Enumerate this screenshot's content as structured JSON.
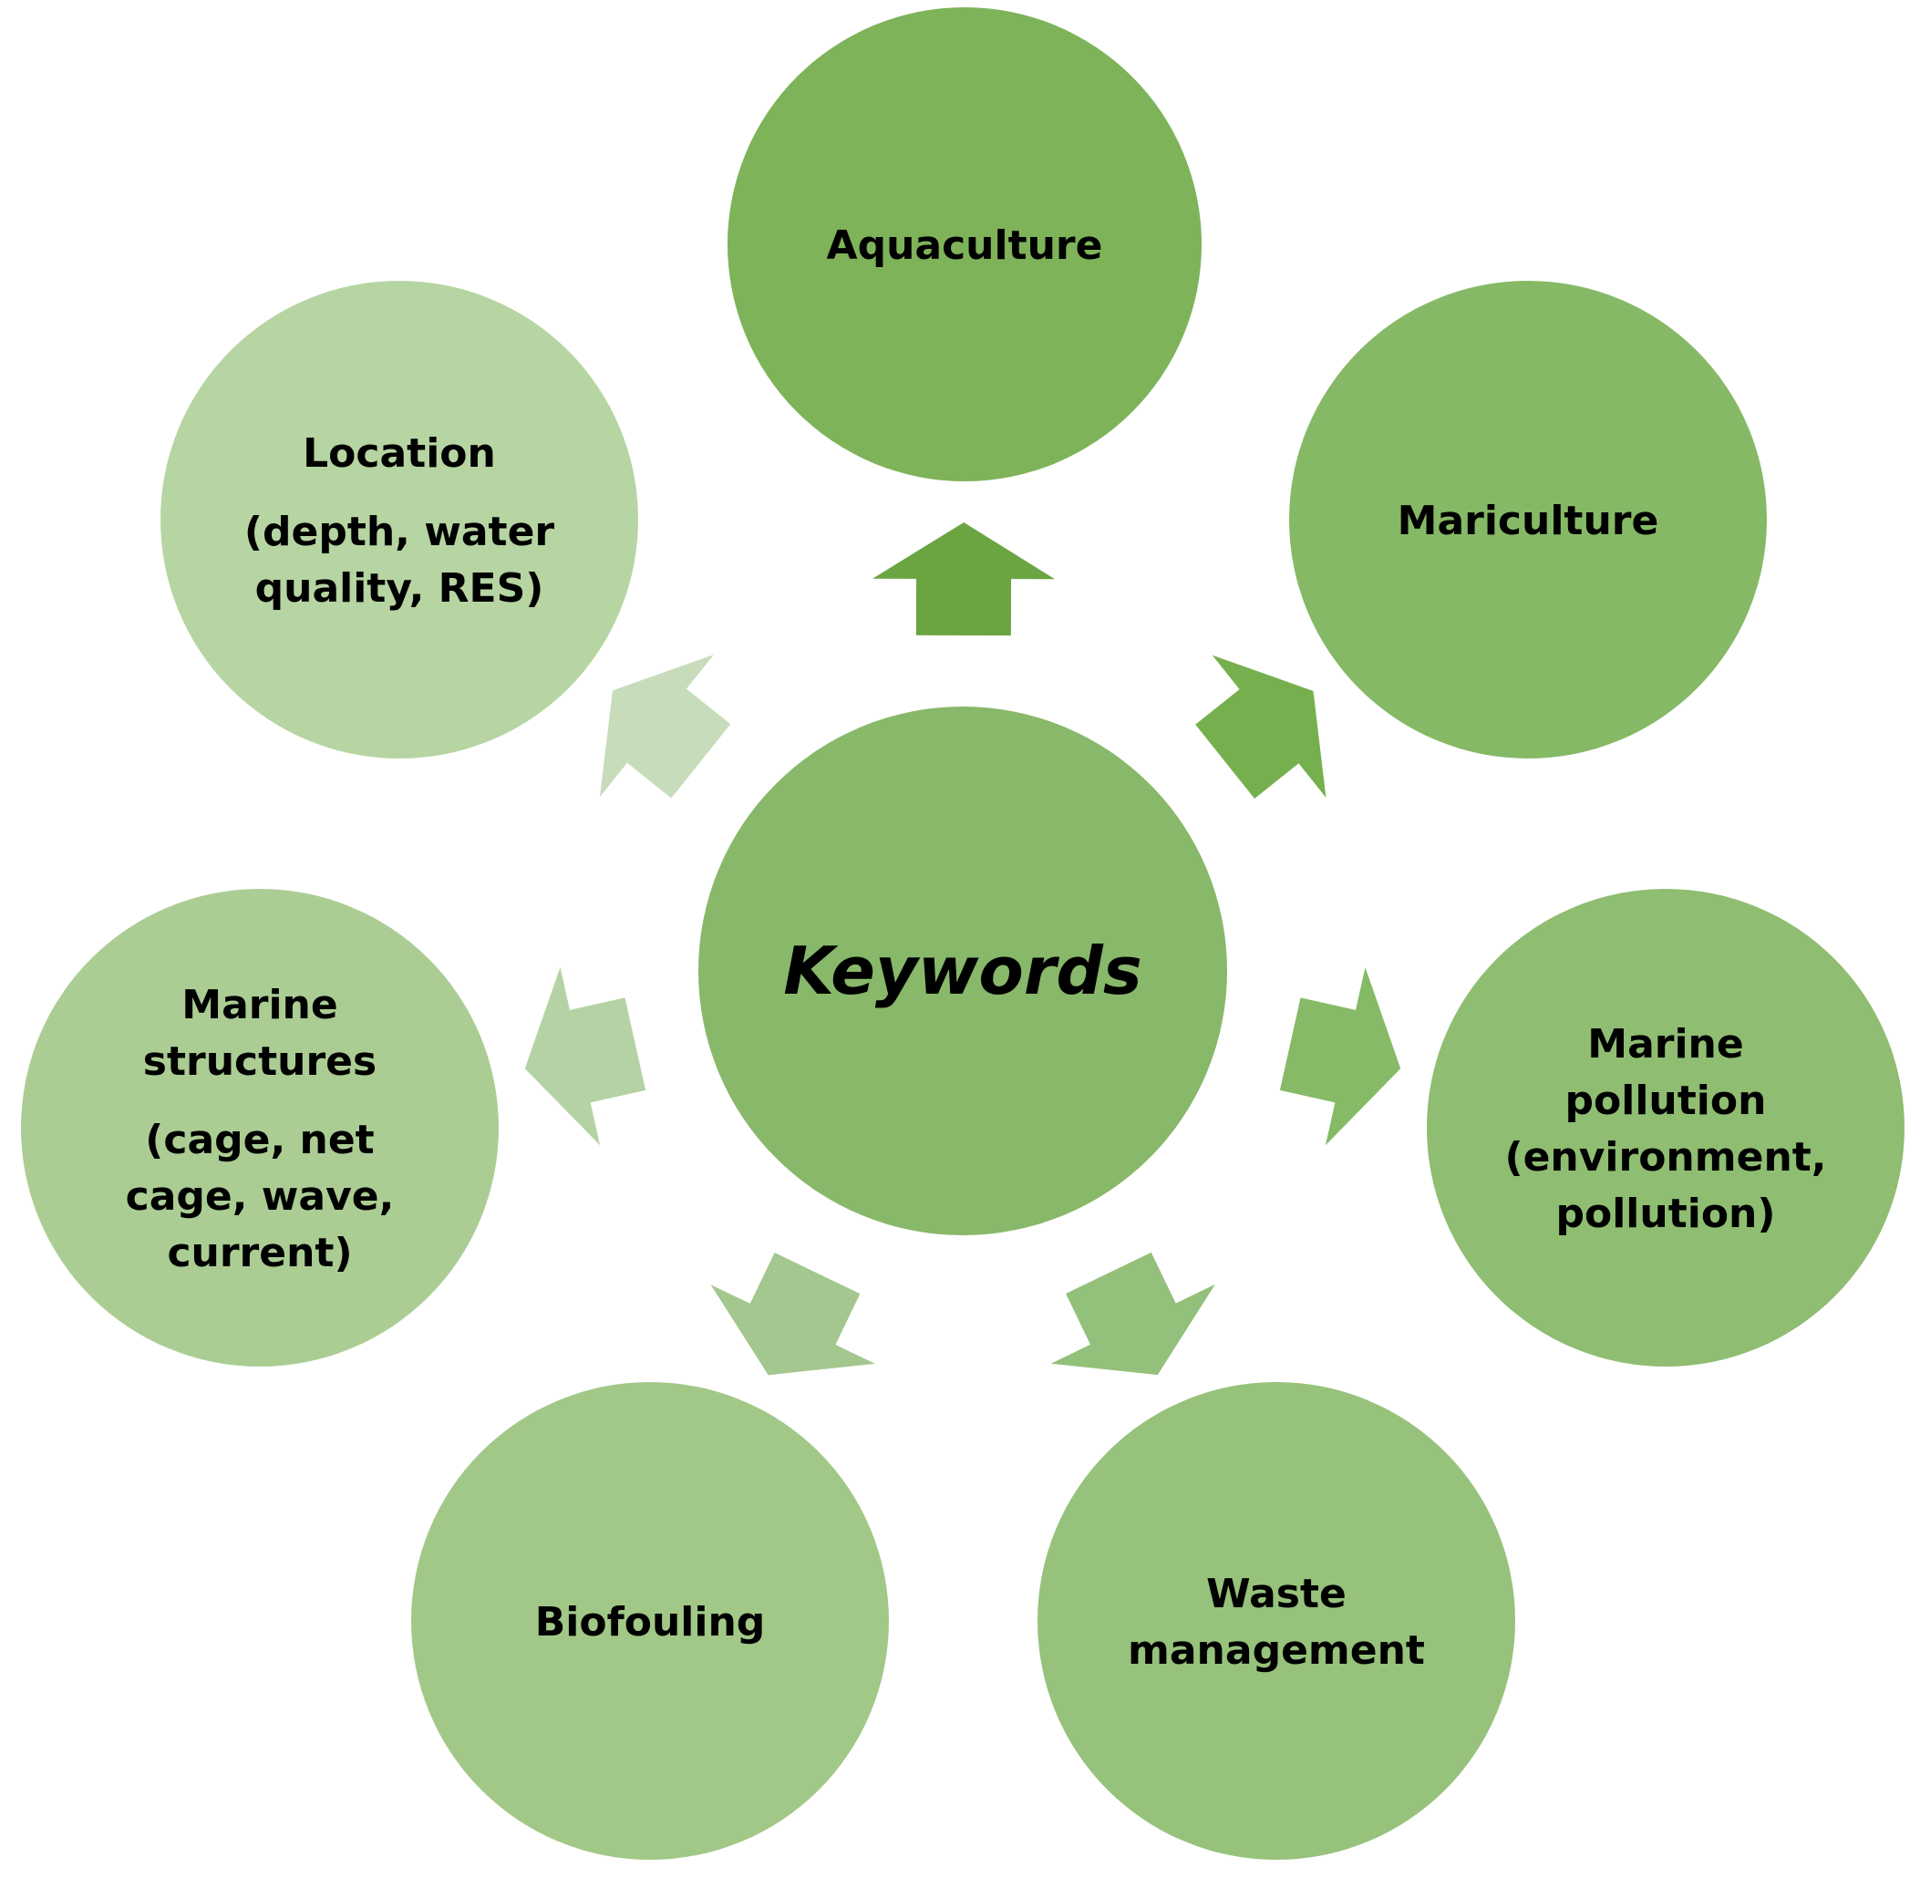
{
  "center": {
    "label": "Keywords",
    "color": "#88b86a"
  },
  "nodes": [
    {
      "id": "aquaculture",
      "lines": [
        "Aquaculture"
      ],
      "color": "#7eb35a"
    },
    {
      "id": "mariculture",
      "lines": [
        "Mariculture"
      ],
      "color": "#86b966"
    },
    {
      "id": "marine-pollution",
      "lines": [
        "Marine",
        "pollution",
        "(environment,",
        "pollution)"
      ],
      "color": "#8fbd72"
    },
    {
      "id": "waste-management",
      "lines": [
        "Waste",
        "management"
      ],
      "color": "#97c27c"
    },
    {
      "id": "biofouling",
      "lines": [
        "Biofouling"
      ],
      "color": "#a2c888"
    },
    {
      "id": "marine-structures",
      "lines": [
        "Marine",
        "structures",
        "(cage, net",
        "cage, wave,",
        "current)"
      ],
      "color": "#abcd94"
    },
    {
      "id": "location",
      "lines": [
        "Location",
        "(depth, water",
        "quality, RES)"
      ],
      "color": "#b6d5a2"
    }
  ],
  "arrows": [
    {
      "target": "aquaculture",
      "color": "#6aa542"
    },
    {
      "target": "mariculture",
      "color": "#76b04e"
    },
    {
      "target": "marine-pollution",
      "color": "#86ba67"
    },
    {
      "target": "waste-management",
      "color": "#93c07a"
    },
    {
      "target": "biofouling",
      "color": "#a3c78e"
    },
    {
      "target": "marine-structures",
      "color": "#b5d2a4"
    },
    {
      "target": "location",
      "color": "#c6dcba"
    }
  ]
}
